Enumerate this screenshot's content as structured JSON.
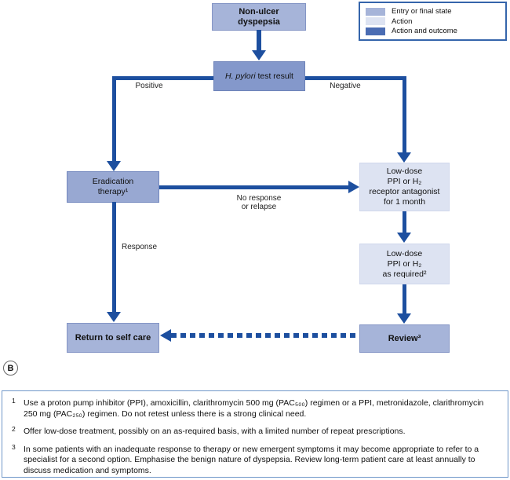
{
  "legend": {
    "items": [
      {
        "label": "Entry or final state",
        "color": "#a6b4d9"
      },
      {
        "label": "Action",
        "color": "#dde3f2"
      },
      {
        "label": "Action and outcome",
        "color": "#4a6cb3"
      }
    ]
  },
  "flowchart": {
    "non_ulcer": {
      "line1": "Non-ulcer",
      "line2": "dyspepsia"
    },
    "hpylori": {
      "italic": "H. pylori",
      "rest": " test result"
    },
    "eradication": {
      "line1": "Eradication",
      "line2": "therapy¹"
    },
    "ppi_month": {
      "line1": "Low-dose",
      "line2": "PPI or H₂",
      "line3": "receptor antagonist",
      "line4": "for 1 month"
    },
    "ppi_required": {
      "line1": "Low-dose",
      "line2": "PPI or H₂",
      "line3": "as required²"
    },
    "return_self_care": {
      "label": "Return to self care"
    },
    "review": {
      "label": "Review³"
    },
    "edge_labels": {
      "positive": "Positive",
      "negative": "Negative",
      "no_response_line1": "No response",
      "no_response_line2": "or relapse",
      "response": "Response"
    }
  },
  "panel_label": "B",
  "footnotes": [
    {
      "marker": "1",
      "text": "Use a proton pump inhibitor (PPI), amoxicillin, clarithromycin 500 mg (PAC₅₀₀) regimen or a PPI, metronidazole, clarithromycin 250 mg (PAC₂₅₀) regimen. Do not retest unless there is a strong clinical need."
    },
    {
      "marker": "2",
      "text": "Offer low-dose treatment, possibly on an as-required basis, with a limited number of repeat prescriptions."
    },
    {
      "marker": "3",
      "text": "In some patients with an inadequate response to therapy or new emergent symptoms it may become appropriate to refer to a specialist for a second option. Emphasise the benign nature of dyspepsia. Review long-term patient care at least annually to discuss medication and symptoms."
    }
  ],
  "colors": {
    "arrow_blue": "#1d4f9f",
    "entry_state_fill": "#a6b4d9",
    "test_node_fill": "#8498cb",
    "action_fill": "#dde3f2",
    "action_outcome_fill": "#4a6cb3",
    "legend_border": "#3565ab",
    "footnote_border": "#6f97c9"
  }
}
